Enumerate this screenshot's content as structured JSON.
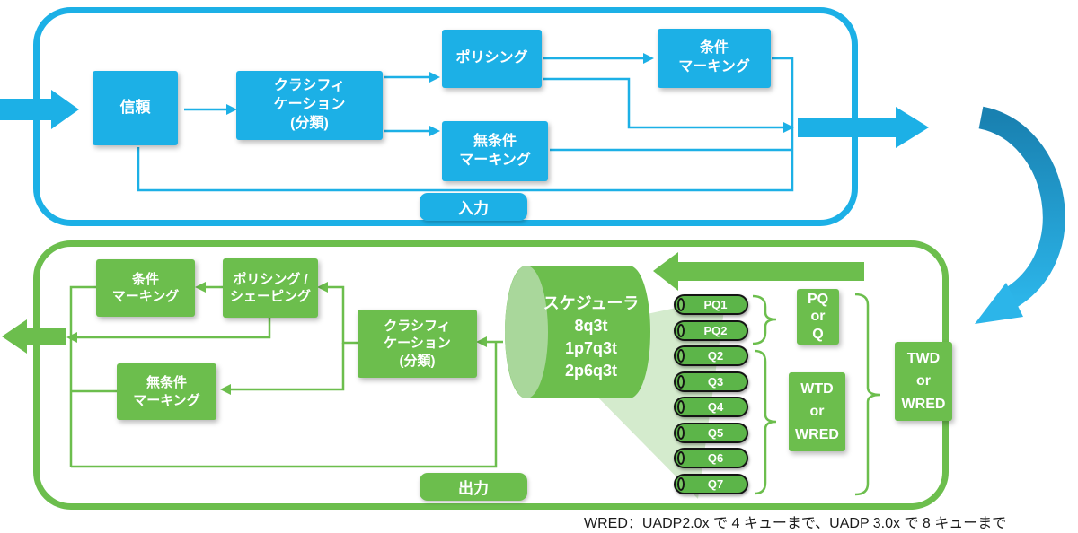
{
  "colors": {
    "cyan": "#1CB0E6",
    "green": "#6CBE4D",
    "green_light": "#A9D79B",
    "pill_green": "#5CB549",
    "curve_arrow_dark": "#1981B1",
    "curve_arrow_light": "#2CB5E9",
    "caption_text": "#1a1a1a"
  },
  "input_section": {
    "label": "入力",
    "boxes": {
      "trust": "信頼",
      "classification": "クラシフィ\nケーション\n(分類)",
      "policing": "ポリシング",
      "unconditional_marking": "無条件\nマーキング",
      "conditional_marking": "条件\nマーキング"
    }
  },
  "output_section": {
    "label": "出力",
    "boxes": {
      "conditional_marking": "条件\nマーキング",
      "policing_shaping": "ポリシング /\nシェーピング",
      "unconditional_marking": "無条件\nマーキング",
      "classification": "クラシフィ\nケーション\n(分類)"
    },
    "scheduler": {
      "title": "スケジューラ",
      "modes": [
        "8q3t",
        "1p7q3t",
        "2p6q3t"
      ]
    },
    "queues": [
      "PQ1",
      "PQ2",
      "Q2",
      "Q3",
      "Q4",
      "Q5",
      "Q6",
      "Q7"
    ],
    "group_boxes": {
      "pq": "PQ\nor\nQ",
      "wtd": "WTD\nor\nWRED",
      "twd": "TWD\nor\nWRED"
    }
  },
  "caption": "WRED：UADP2.0x で 4 キューまで、UADP 3.0x で 8 キューまで"
}
